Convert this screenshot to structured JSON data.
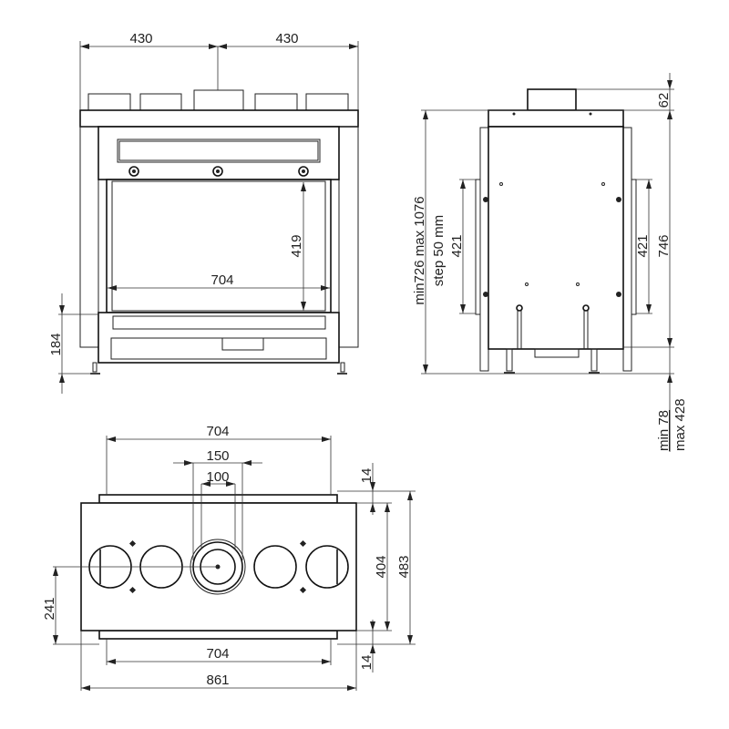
{
  "front_view": {
    "dims": {
      "half_left": "430",
      "half_right": "430",
      "glass_height": "419",
      "glass_width": "704",
      "bottom_height": "184"
    }
  },
  "side_view": {
    "dims": {
      "collar_height": "62",
      "body_height": "746",
      "total_height": "min726 max 1076",
      "step": "step 50 mm",
      "bracket_left": "421",
      "bracket_right": "421",
      "legs_min": "min 78",
      "legs_max": "max 428"
    }
  },
  "top_view": {
    "dims": {
      "rail_top": "704",
      "outer_collar": "150",
      "inner_collar": "100",
      "rail_offset_top": "14",
      "body_depth": "404",
      "total_depth": "483",
      "center_offset": "241",
      "rail_bottom": "704",
      "rail_offset_bottom": "14",
      "total_width": "861"
    }
  }
}
